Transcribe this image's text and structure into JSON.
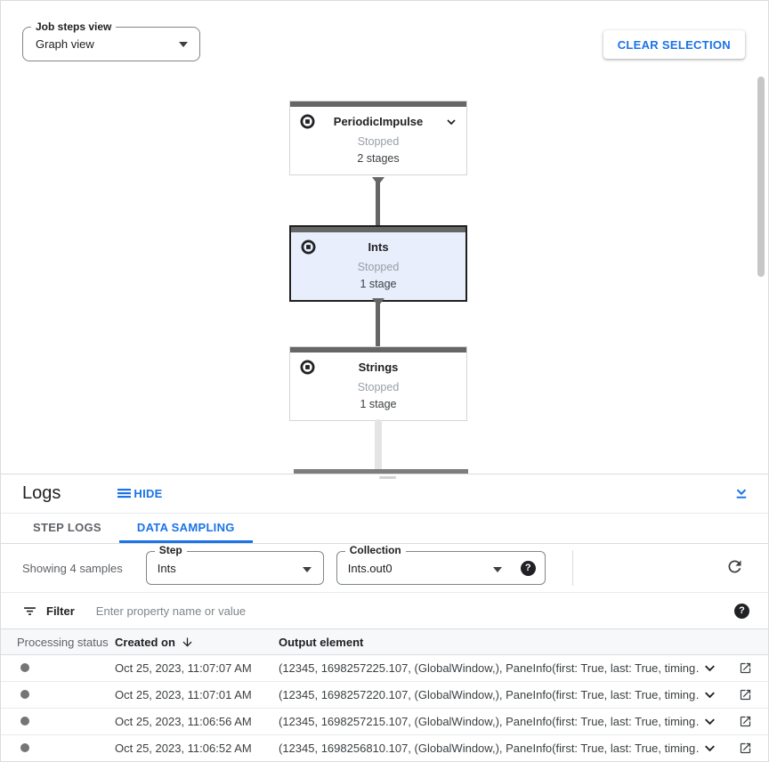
{
  "toolbar": {
    "job_steps_view_label": "Job steps view",
    "job_steps_view_value": "Graph view",
    "clear_selection_label": "CLEAR SELECTION"
  },
  "graph": {
    "nodes": [
      {
        "title": "PeriodicImpulse",
        "status": "Stopped",
        "stages": "2 stages",
        "selected": false
      },
      {
        "title": "Ints",
        "status": "Stopped",
        "stages": "1 stage",
        "selected": true
      },
      {
        "title": "Strings",
        "status": "Stopped",
        "stages": "1 stage",
        "selected": false
      }
    ]
  },
  "logs": {
    "title": "Logs",
    "hide_label": "HIDE",
    "tabs": {
      "step_logs": "STEP LOGS",
      "data_sampling": "DATA SAMPLING"
    },
    "sampling": {
      "showing_text": "Showing 4 samples",
      "step_label": "Step",
      "step_value": "Ints",
      "collection_label": "Collection",
      "collection_value": "Ints.out0",
      "help_glyph": "?"
    },
    "filter": {
      "label": "Filter",
      "placeholder": "Enter property name or value",
      "help_glyph": "?"
    },
    "table": {
      "headers": {
        "processing_status": "Processing status",
        "created_on": "Created on",
        "output_element": "Output element"
      },
      "rows": [
        {
          "created_on": "Oct 25, 2023, 11:07:07 AM",
          "output_element": "(12345, 1698257225.107, (GlobalWindow,), PaneInfo(first: True, last: True, timing…"
        },
        {
          "created_on": "Oct 25, 2023, 11:07:01 AM",
          "output_element": "(12345, 1698257220.107, (GlobalWindow,), PaneInfo(first: True, last: True, timing…"
        },
        {
          "created_on": "Oct 25, 2023, 11:06:56 AM",
          "output_element": "(12345, 1698257215.107, (GlobalWindow,), PaneInfo(first: True, last: True, timing…"
        },
        {
          "created_on": "Oct 25, 2023, 11:06:52 AM",
          "output_element": "(12345, 1698256810.107, (GlobalWindow,), PaneInfo(first: True, last: True, timing…"
        }
      ]
    }
  },
  "icons": {
    "dropdown_arrow": "triangle-down",
    "stop_circle": "circle-with-square",
    "node_expand": "chevron-down",
    "hide_logs": "horizontal-lines",
    "collapse_panel": "chevron-down-underline",
    "refresh": "circular-arrow",
    "sort_descending": "arrow-down",
    "filter": "filter-lines",
    "row_expand": "chevron-down",
    "open_in_new": "square-with-arrow"
  },
  "colors": {
    "accent_blue": "#1a73e8",
    "selected_node_bg": "#e8eefb",
    "node_bar_gray": "#666666",
    "status_dot_gray": "#757575",
    "border_gray": "#dadce0"
  }
}
